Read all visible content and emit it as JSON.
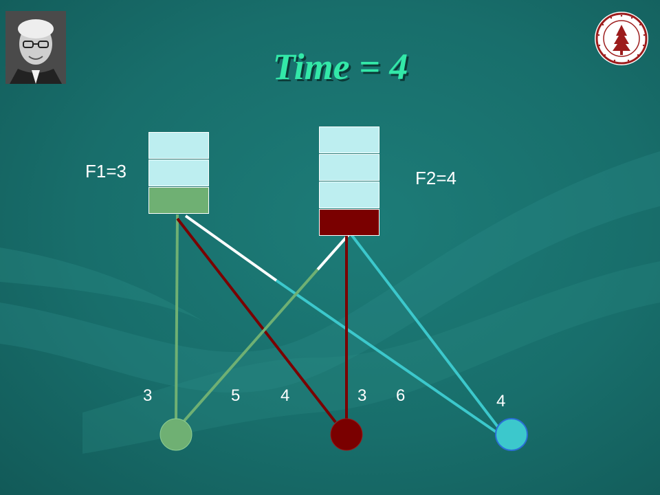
{
  "title": "Time = 4",
  "facilities": [
    {
      "id": "F1",
      "label": "F1=3",
      "capacity": 3,
      "filled": 1,
      "fill_color": "#6fb073"
    },
    {
      "id": "F2",
      "label": "F2=4",
      "capacity": 4,
      "filled": 1,
      "fill_color": "#7a0000"
    }
  ],
  "clients": [
    {
      "id": "C1",
      "color": "#6fb073"
    },
    {
      "id": "C2",
      "color": "#7a0000"
    },
    {
      "id": "C3",
      "color": "#3cc8cc"
    }
  ],
  "edge_costs": [
    "3",
    "5",
    "4",
    "3",
    "6",
    "4"
  ],
  "colors": {
    "background": "#186e6b",
    "title": "#33e8a8",
    "slot_empty": "#bdeef0",
    "green": "#6fb073",
    "dark_red": "#7a0000",
    "cyan": "#3cc8cc",
    "white": "#ffffff"
  }
}
